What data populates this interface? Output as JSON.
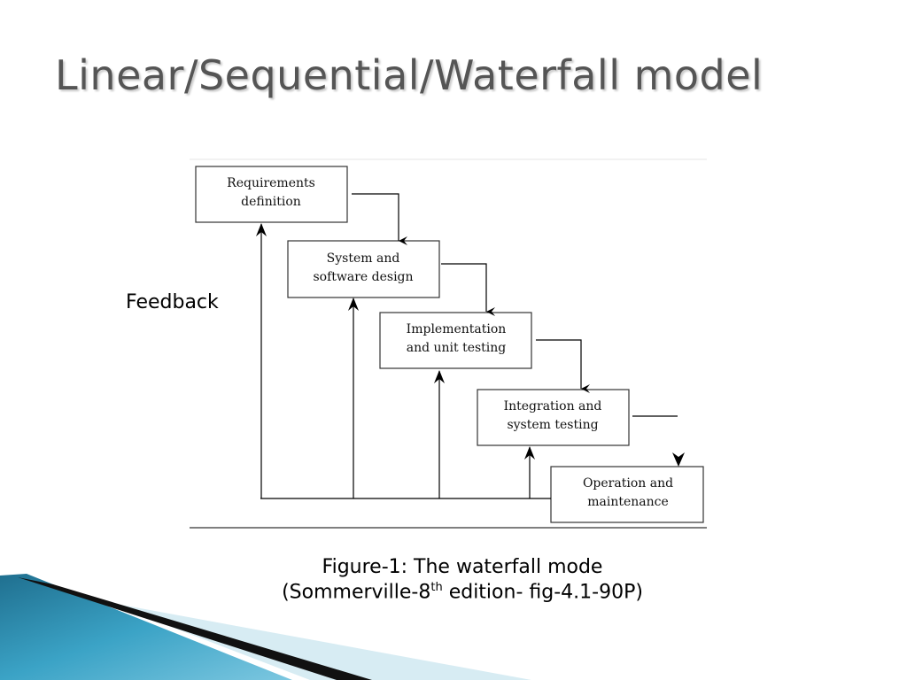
{
  "slide": {
    "title": "Linear/Sequential/Waterfall model",
    "feedback_label": "Feedback",
    "caption": {
      "line1": "Figure-1: The waterfall mode",
      "line2_prefix": "(Sommerville-8",
      "line2_sup": "th",
      "line2_suffix": " edition- fig-4.1-90P)"
    }
  },
  "diagram": {
    "stages": [
      {
        "line1": "Requirements",
        "line2": "definition"
      },
      {
        "line1": "System and",
        "line2": "software design"
      },
      {
        "line1": "Implementation",
        "line2": "and unit testing"
      },
      {
        "line1": "Integration and",
        "line2": "system testing"
      },
      {
        "line1": "Operation and",
        "line2": "maintenance"
      }
    ]
  },
  "colors": {
    "title": "#555555",
    "decor_dark": "#1a1a1a",
    "decor_teal": "#2a8fb0",
    "decor_light": "#d7ecf3"
  }
}
